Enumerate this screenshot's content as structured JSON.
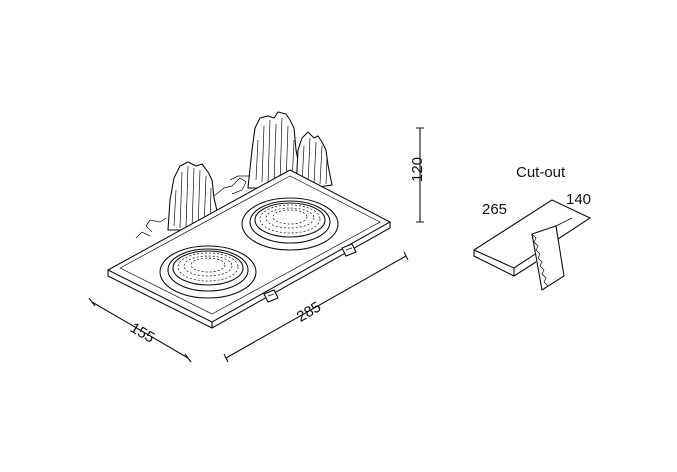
{
  "dimensions": {
    "length": "285",
    "width": "155",
    "height": "120"
  },
  "cutout": {
    "title": "Cut-out",
    "length": "265",
    "width": "140"
  },
  "colors": {
    "line": "#111111",
    "background": "#ffffff"
  }
}
